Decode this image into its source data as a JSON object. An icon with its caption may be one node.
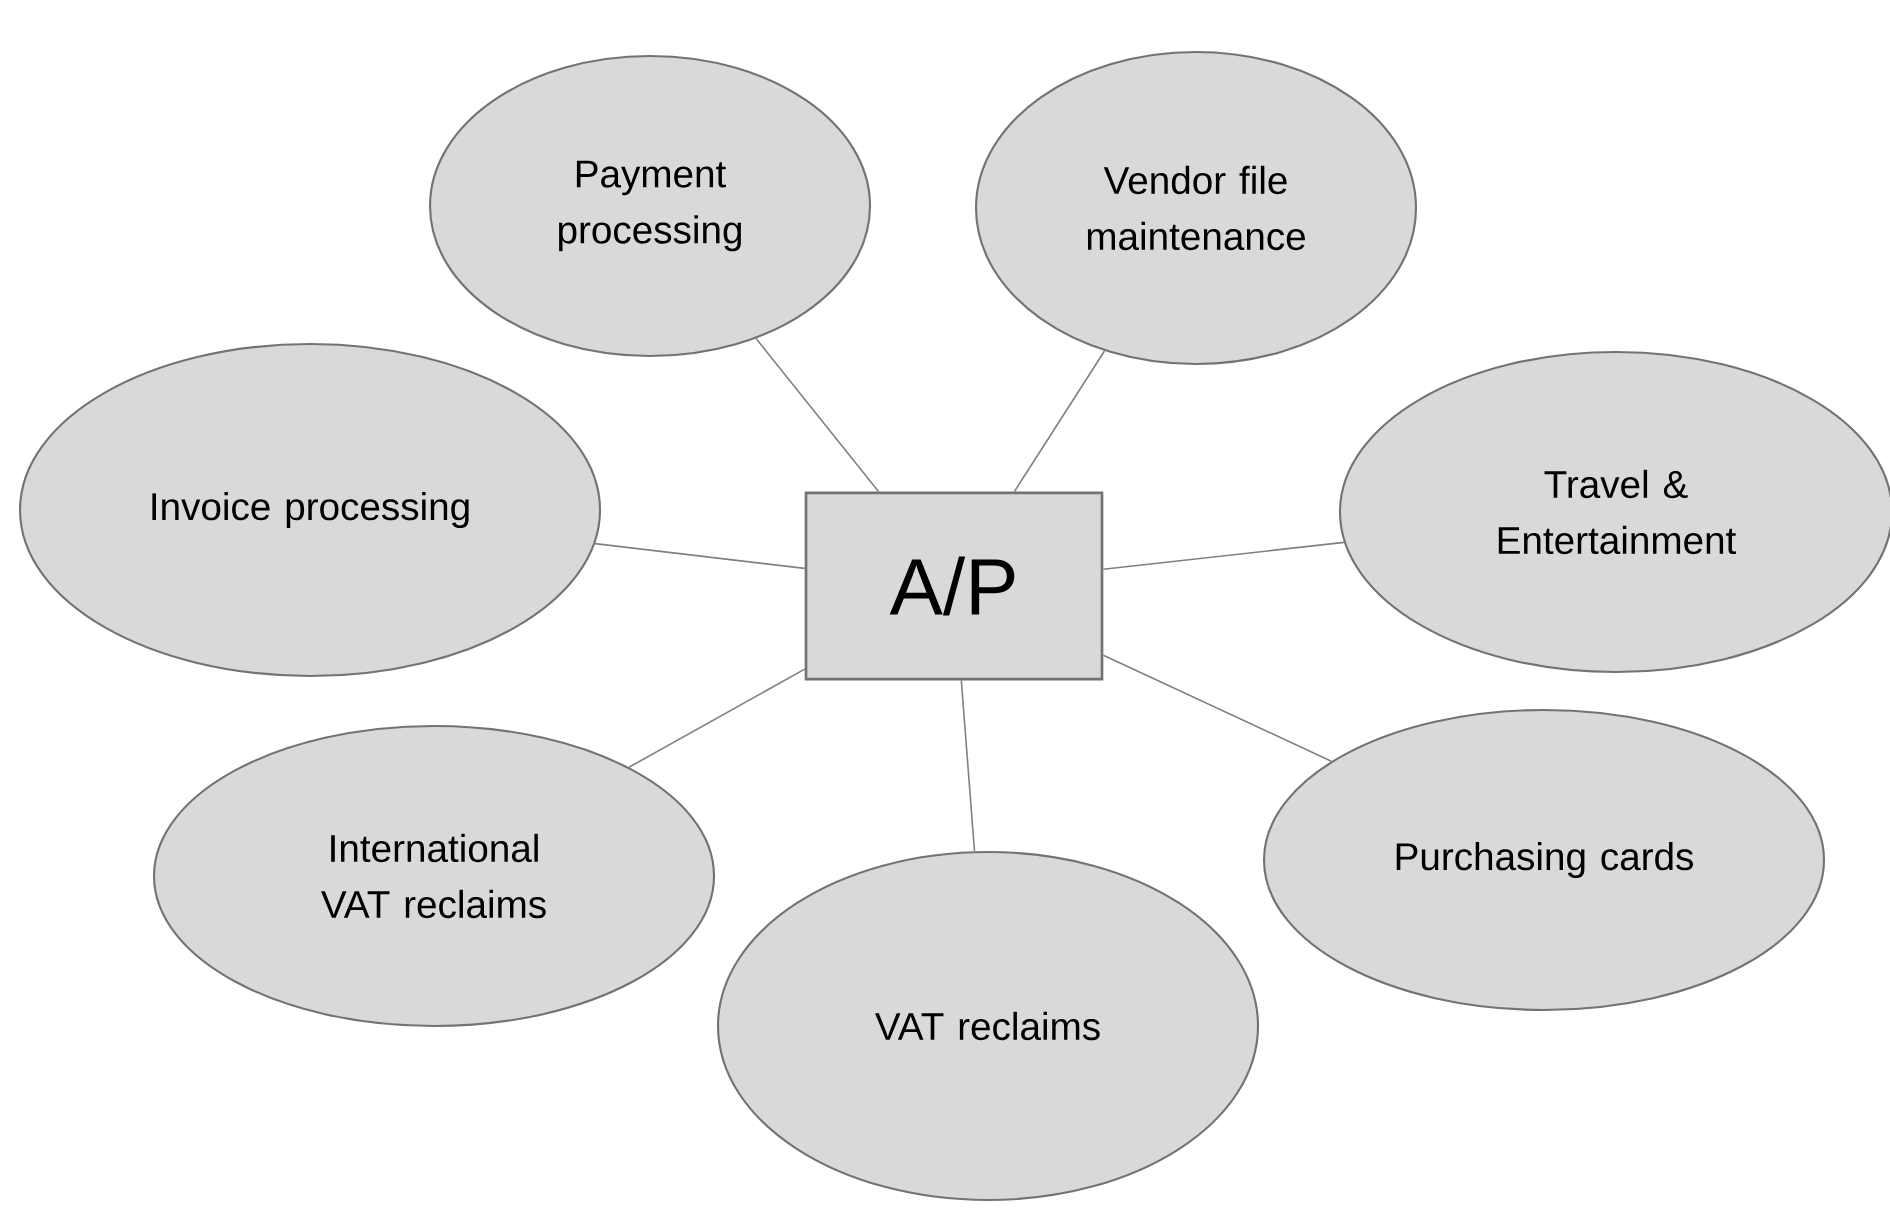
{
  "diagram": {
    "nodes": [
      {
        "text": [
          "A/P"
        ]
      },
      {
        "text": [
          "Payment processing"
        ]
      },
      {
        "text": [
          "Vendor file maintenance"
        ]
      },
      {
        "text": [
          "Invoice processing"
        ]
      },
      {
        "text": [
          "Travel & Entertainment"
        ]
      },
      {
        "text": [
          "International VAT reclaims"
        ]
      },
      {
        "text": [
          "Purchasing cards"
        ]
      },
      {
        "text": [
          "VAT reclaims"
        ]
      }
    ],
    "edges": [
      {
        "from": 0,
        "to": 1,
        "arrow": "none"
      },
      {
        "from": 0,
        "to": 2,
        "arrow": "none"
      },
      {
        "from": 0,
        "to": 3,
        "arrow": "none"
      },
      {
        "from": 0,
        "to": 4,
        "arrow": "none"
      },
      {
        "from": 0,
        "to": 5,
        "arrow": "none"
      },
      {
        "from": 0,
        "to": 6,
        "arrow": "none"
      },
      {
        "from": 0,
        "to": 7,
        "arrow": "none"
      }
    ]
  }
}
